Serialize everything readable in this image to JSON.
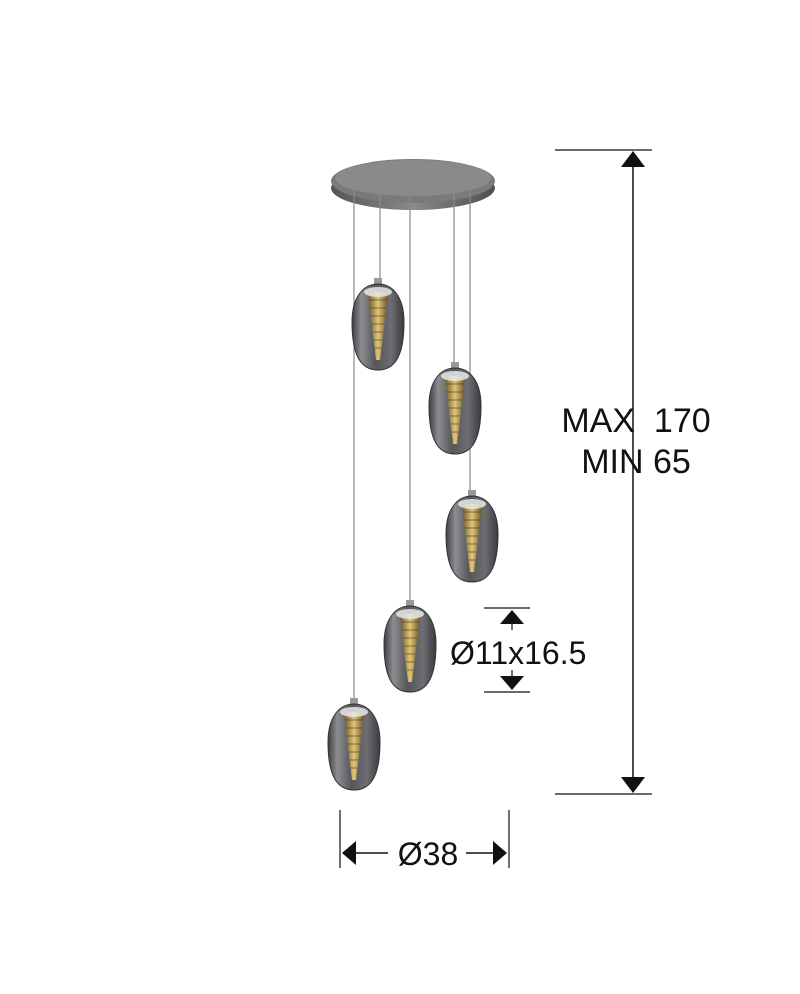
{
  "dimensions": {
    "height_max": "MAX  170",
    "height_min": "MIN 65",
    "shade_size": "Ø11x16.5",
    "canopy_diameter": "Ø38"
  },
  "colors": {
    "canopy": "#6e6e6e",
    "glass_smoke": "#5e5f63",
    "glass_highlight": "#c9cacd",
    "led_spiral": "#c8a24a",
    "wire": "#8a8a8a",
    "dimension_line": "#111111"
  }
}
